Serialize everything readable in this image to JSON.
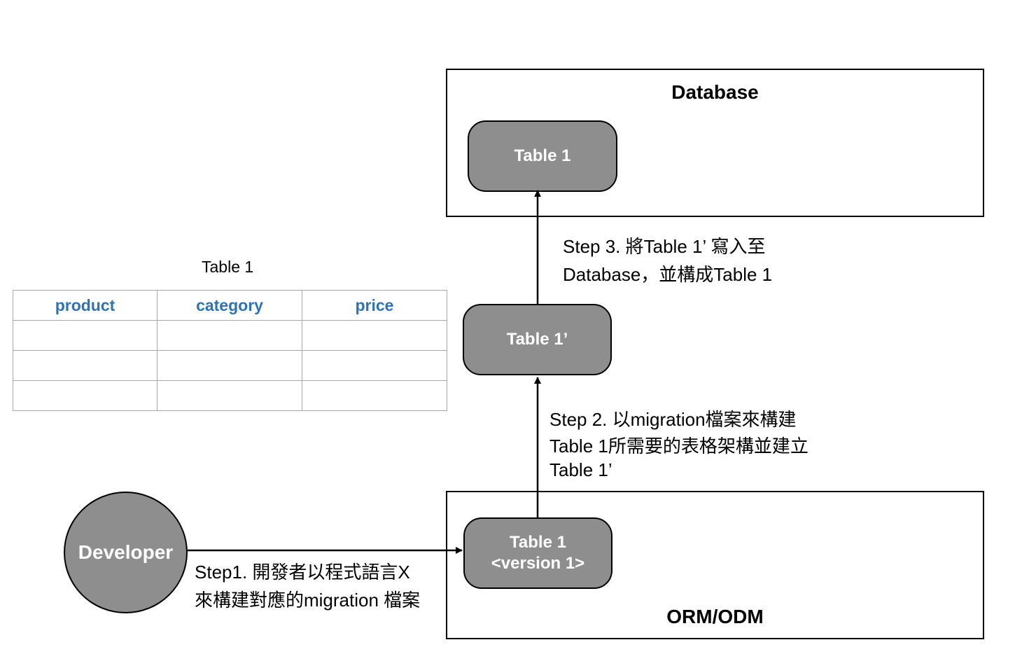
{
  "database": {
    "title": "Database",
    "table_node": "Table 1"
  },
  "orm": {
    "title": "ORM/ODM",
    "table_node_line1": "Table 1",
    "table_node_line2": "<version 1>"
  },
  "intermediate_node": "Table 1’",
  "developer": "Developer",
  "steps": {
    "step1": [
      "Step1. 開發者以程式語言X",
      "來構建對應的migration 檔案"
    ],
    "step2": [
      "Step 2. 以migration檔案來構建",
      "Table 1所需要的表格架構並建立",
      "Table 1’"
    ],
    "step3": [
      "Step 3. 將Table 1’ 寫入至",
      "Database，並構成Table 1"
    ]
  },
  "schema_table": {
    "caption": "Table 1",
    "columns": [
      "product",
      "category",
      "price"
    ],
    "rows": [
      [
        "",
        "",
        ""
      ],
      [
        "",
        "",
        ""
      ],
      [
        "",
        "",
        ""
      ]
    ]
  }
}
